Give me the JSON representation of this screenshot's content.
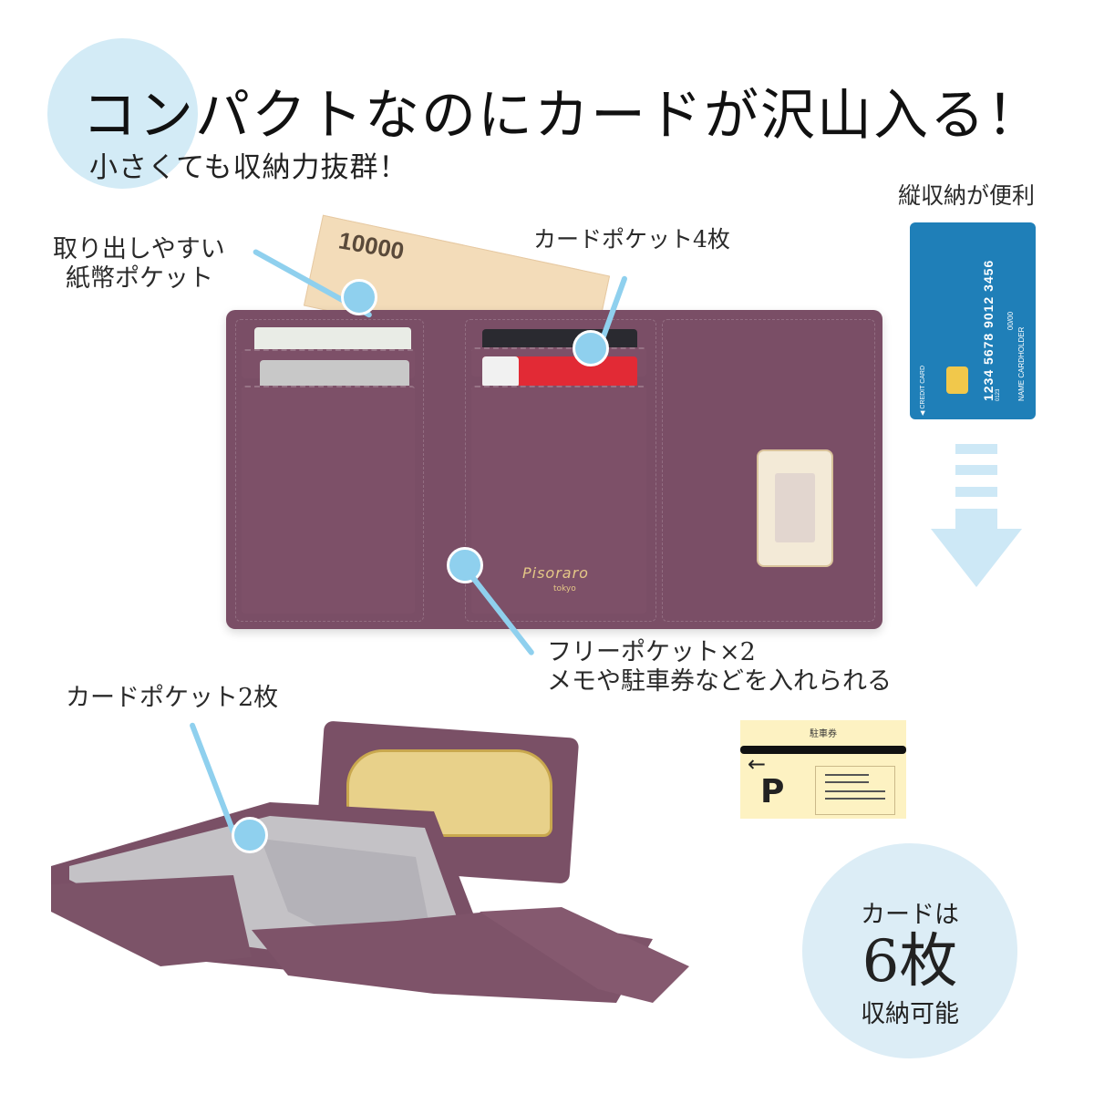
{
  "header": {
    "title": "コンパクトなのにカードが沢山入る！",
    "subtitle": "小さくても収納力抜群！"
  },
  "callouts": {
    "bill_pocket": [
      "取り出しやすい",
      "紙幣ポケット"
    ],
    "card_pocket_4": "カードポケット4枚",
    "free_pocket": [
      "フリーポケット×2",
      "メモや駐車券などを入れられる"
    ],
    "card_pocket_2": "カードポケット2枚"
  },
  "vertical_storage": {
    "label": "縦収納が便利",
    "credit_card": {
      "number": "1234  5678  9012  3456",
      "expiry": "00/00",
      "holder": "NAME CARDHOLDER",
      "small_number": "0123",
      "type_label": "◀ CREDIT CARD"
    }
  },
  "wallet": {
    "brand": "Pisoraro",
    "brand_sub": "tokyo",
    "bill_denomination": "10000"
  },
  "parking_ticket": {
    "title": "駐車券",
    "letter": "P",
    "arrow": "←"
  },
  "badge": {
    "line1": "カードは",
    "count": "6枚",
    "line3": "収納可能"
  },
  "colors": {
    "accent_blue": "#8fd0ee",
    "circle_blue": "#d3ebf6",
    "wallet_purple": "#7a4e66",
    "card_blue": "#1f7fb8",
    "ticket_yellow": "#fdf2c2"
  }
}
